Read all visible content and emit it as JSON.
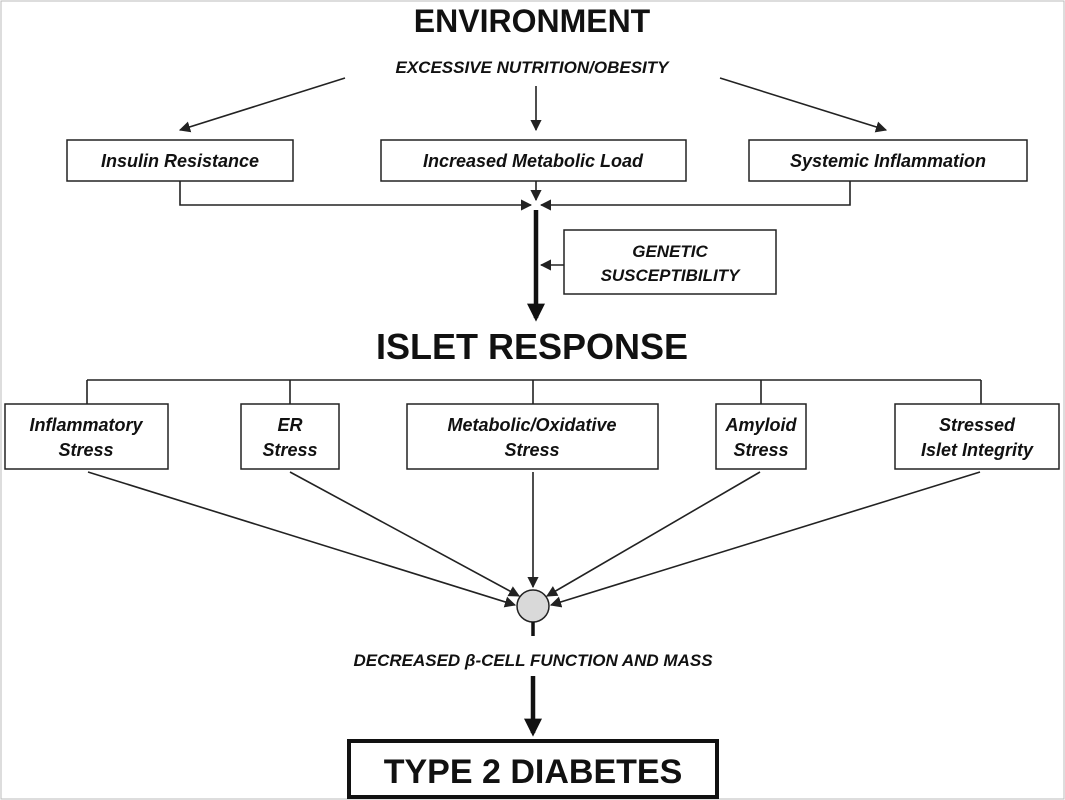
{
  "environment": {
    "title": "ENVIRONMENT",
    "subtitle": "EXCESSIVE NUTRITION/OBESITY",
    "factors": [
      "Insulin Resistance",
      "Increased Metabolic Load",
      "Systemic Inflammation"
    ]
  },
  "genetic": {
    "line1": "GENETIC",
    "line2": "SUSCEPTIBILITY"
  },
  "islet": {
    "title": "ISLET RESPONSE",
    "stresses": [
      {
        "line1": "Inflammatory",
        "line2": "Stress"
      },
      {
        "line1": "ER",
        "line2": "Stress"
      },
      {
        "line1": "Metabolic/Oxidative",
        "line2": "Stress"
      },
      {
        "line1": "Amyloid",
        "line2": "Stress"
      },
      {
        "line1": "Stressed",
        "line2": "Islet Integrity"
      }
    ]
  },
  "beta_cell_label": "DECREASED β-CELL FUNCTION AND MASS",
  "outcome": "TYPE 2 DIABETES",
  "colors": {
    "node_fill": "#d9d9d9",
    "line": "#222222",
    "background": "#ffffff"
  }
}
